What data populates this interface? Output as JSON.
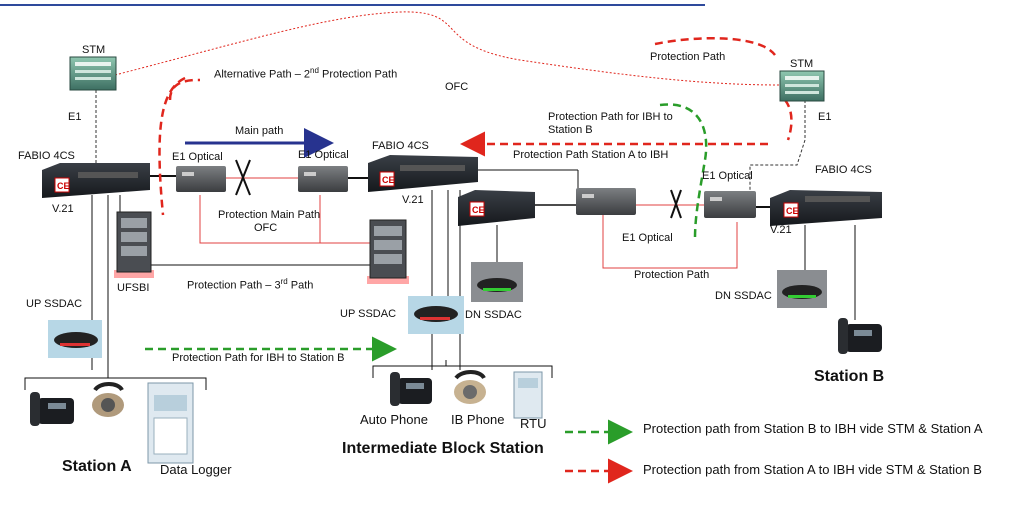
{
  "nodes": {
    "stm_left": "STM",
    "stm_right": "STM",
    "e1_left": "E1",
    "e1_right": "E1",
    "fabio_a": "FABIO  4CS",
    "fabio_mid": "FABIO  4CS",
    "fabio_b": "FABIO  4CS",
    "e1_optical_1": "E1 Optical",
    "e1_optical_2": "E1 Optical",
    "e1_optical_3": "E1 Optical",
    "e1_optical_4": "E1 Optical",
    "v21_a": "V.21",
    "v21_mid": "V.21",
    "v21_b": "V.21",
    "ufsbi": "UFSBI",
    "up_ssdac_a": "UP SSDAC",
    "up_ssdac_mid": "UP SSDAC",
    "dn_ssdac_mid": "DN SSDAC",
    "dn_ssdac_b": "DN SSDAC",
    "ofc": "OFC"
  },
  "paths": {
    "alt_path_prefix": "Alternative Path – 2",
    "alt_path_sup": "nd",
    "alt_path_suffix": " Protection Path",
    "main_path": "Main path",
    "protection_main_path_1": "Protection Main Path",
    "protection_main_path_2": "OFC",
    "protection_3rd_prefix": "Protection Path – 3",
    "protection_3rd_sup": "rd",
    "protection_3rd_suffix": " Path",
    "protection_ibh_b_1": "Protection Path for IBH to",
    "protection_ibh_b_2": "Station B",
    "protection_a_to_ibh": "Protection Path  Station A to IBH",
    "protection_path_top": "Protection Path",
    "protection_path_right": "Protection Path",
    "protection_ibh_to_b": "Protection Path for IBH to Station B"
  },
  "stations": {
    "station_a": "Station A",
    "station_b": "Station B",
    "intermediate": "Intermediate Block Station",
    "data_logger": "Data Logger",
    "auto_phone": "Auto Phone",
    "ib_phone": "IB Phone",
    "rtu": "RTU"
  },
  "legend": {
    "green": "Protection path from Station B to IBH vide STM & Station A",
    "red": "Protection path from Station A to IBH vide STM & Station B"
  },
  "colors": {
    "red_dash": "#e0261d",
    "green_dash": "#2a9d2a",
    "blue_arrow": "#27338f",
    "link_red": "#e04040",
    "top_rule": "#2e4a9c"
  }
}
